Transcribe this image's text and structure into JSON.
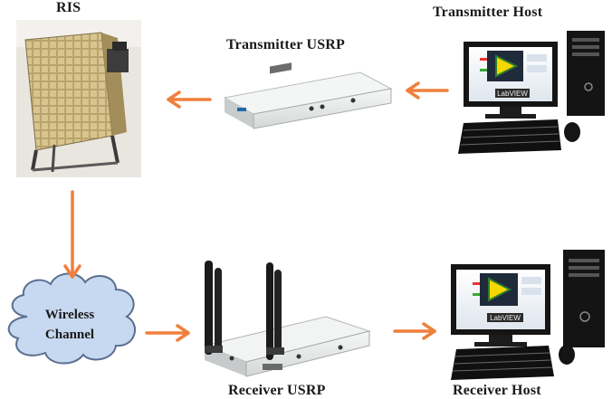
{
  "labels": {
    "ris": "RIS",
    "tx_usrp": "Transmitter USRP",
    "tx_host": "Transmitter Host",
    "rx_usrp": "Receiver USRP",
    "rx_host": "Receiver Host"
  },
  "cloud": {
    "line1": "Wireless",
    "line2": "Channel"
  },
  "screen_logo_text": "LabVIEW",
  "colors": {
    "arrow": "#f07f3c",
    "cloud_fill": "#c7d9f0",
    "cloud_stroke": "#5a6f90",
    "ris_board": "#b8a06a",
    "usrp_body": "#eceeee",
    "monitor": "#1a1a1a"
  }
}
